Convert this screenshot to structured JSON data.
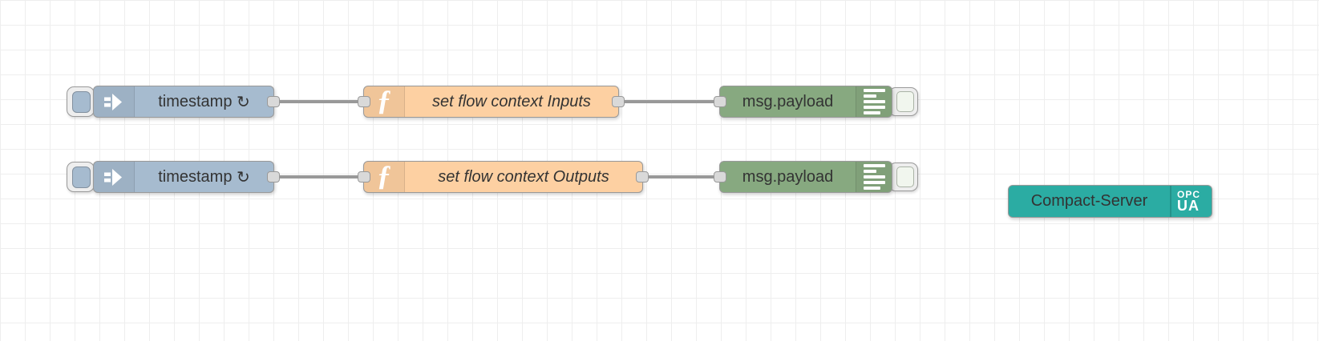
{
  "app": {
    "name": "Node-RED flow editor canvas"
  },
  "colors": {
    "inject_node": "#a6bbcf",
    "function_node": "#fdd0a2",
    "debug_node": "#87a980",
    "server_node": "#2baca3",
    "wire": "#999999",
    "node_border": "#999999",
    "grid_line": "#eeeeee",
    "canvas_background": "#ffffff",
    "label_text": "#333333"
  },
  "icons": {
    "function_glyph": "ƒ",
    "inject_icon": "arrow-right-with-bars",
    "debug_icon": "list-lines"
  },
  "nodes": {
    "inject1": {
      "type": "inject",
      "label": "timestamp",
      "repeat": "↻"
    },
    "function1": {
      "type": "function",
      "label": "set flow context Inputs"
    },
    "debug1": {
      "type": "debug",
      "label": "msg.payload"
    },
    "inject2": {
      "type": "inject",
      "label": "timestamp",
      "repeat": "↻"
    },
    "function2": {
      "type": "function",
      "label": "set flow context Outputs"
    },
    "debug2": {
      "type": "debug",
      "label": "msg.payload"
    },
    "server1": {
      "type": "opcua-compact-server",
      "label": "Compact-Server",
      "badge_top": "OPC",
      "badge_bottom": "UA"
    }
  }
}
